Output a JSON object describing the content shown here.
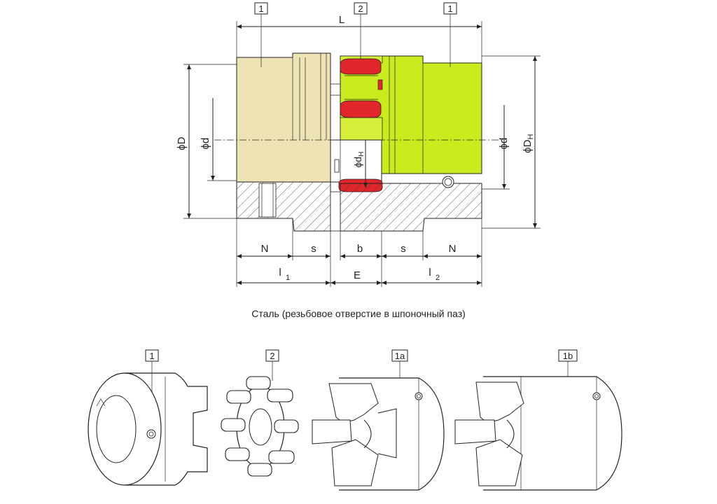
{
  "drawing": {
    "callouts_top": [
      "1",
      "2",
      "1"
    ],
    "dim_L": "L",
    "dim_N": "N",
    "dim_s": "s",
    "dim_b": "b",
    "dim_E": "E",
    "dim_l": "l",
    "dim_l1_sub": "1",
    "dim_l2_sub": "2",
    "dia": "ϕ",
    "dim_D": "D",
    "dim_d": "d",
    "dim_dH": "d",
    "dim_DH": "D",
    "sub_H": "H",
    "colors": {
      "hub_left": "#ede3b5",
      "hub_right": "#c8ec1e",
      "spider": "#e0262a"
    }
  },
  "caption": "Сталь (резьбовое отверстие в шпоночный паз)",
  "parts": [
    {
      "number": "1"
    },
    {
      "number": "2"
    },
    {
      "number": "1a"
    },
    {
      "number": "1b"
    }
  ]
}
